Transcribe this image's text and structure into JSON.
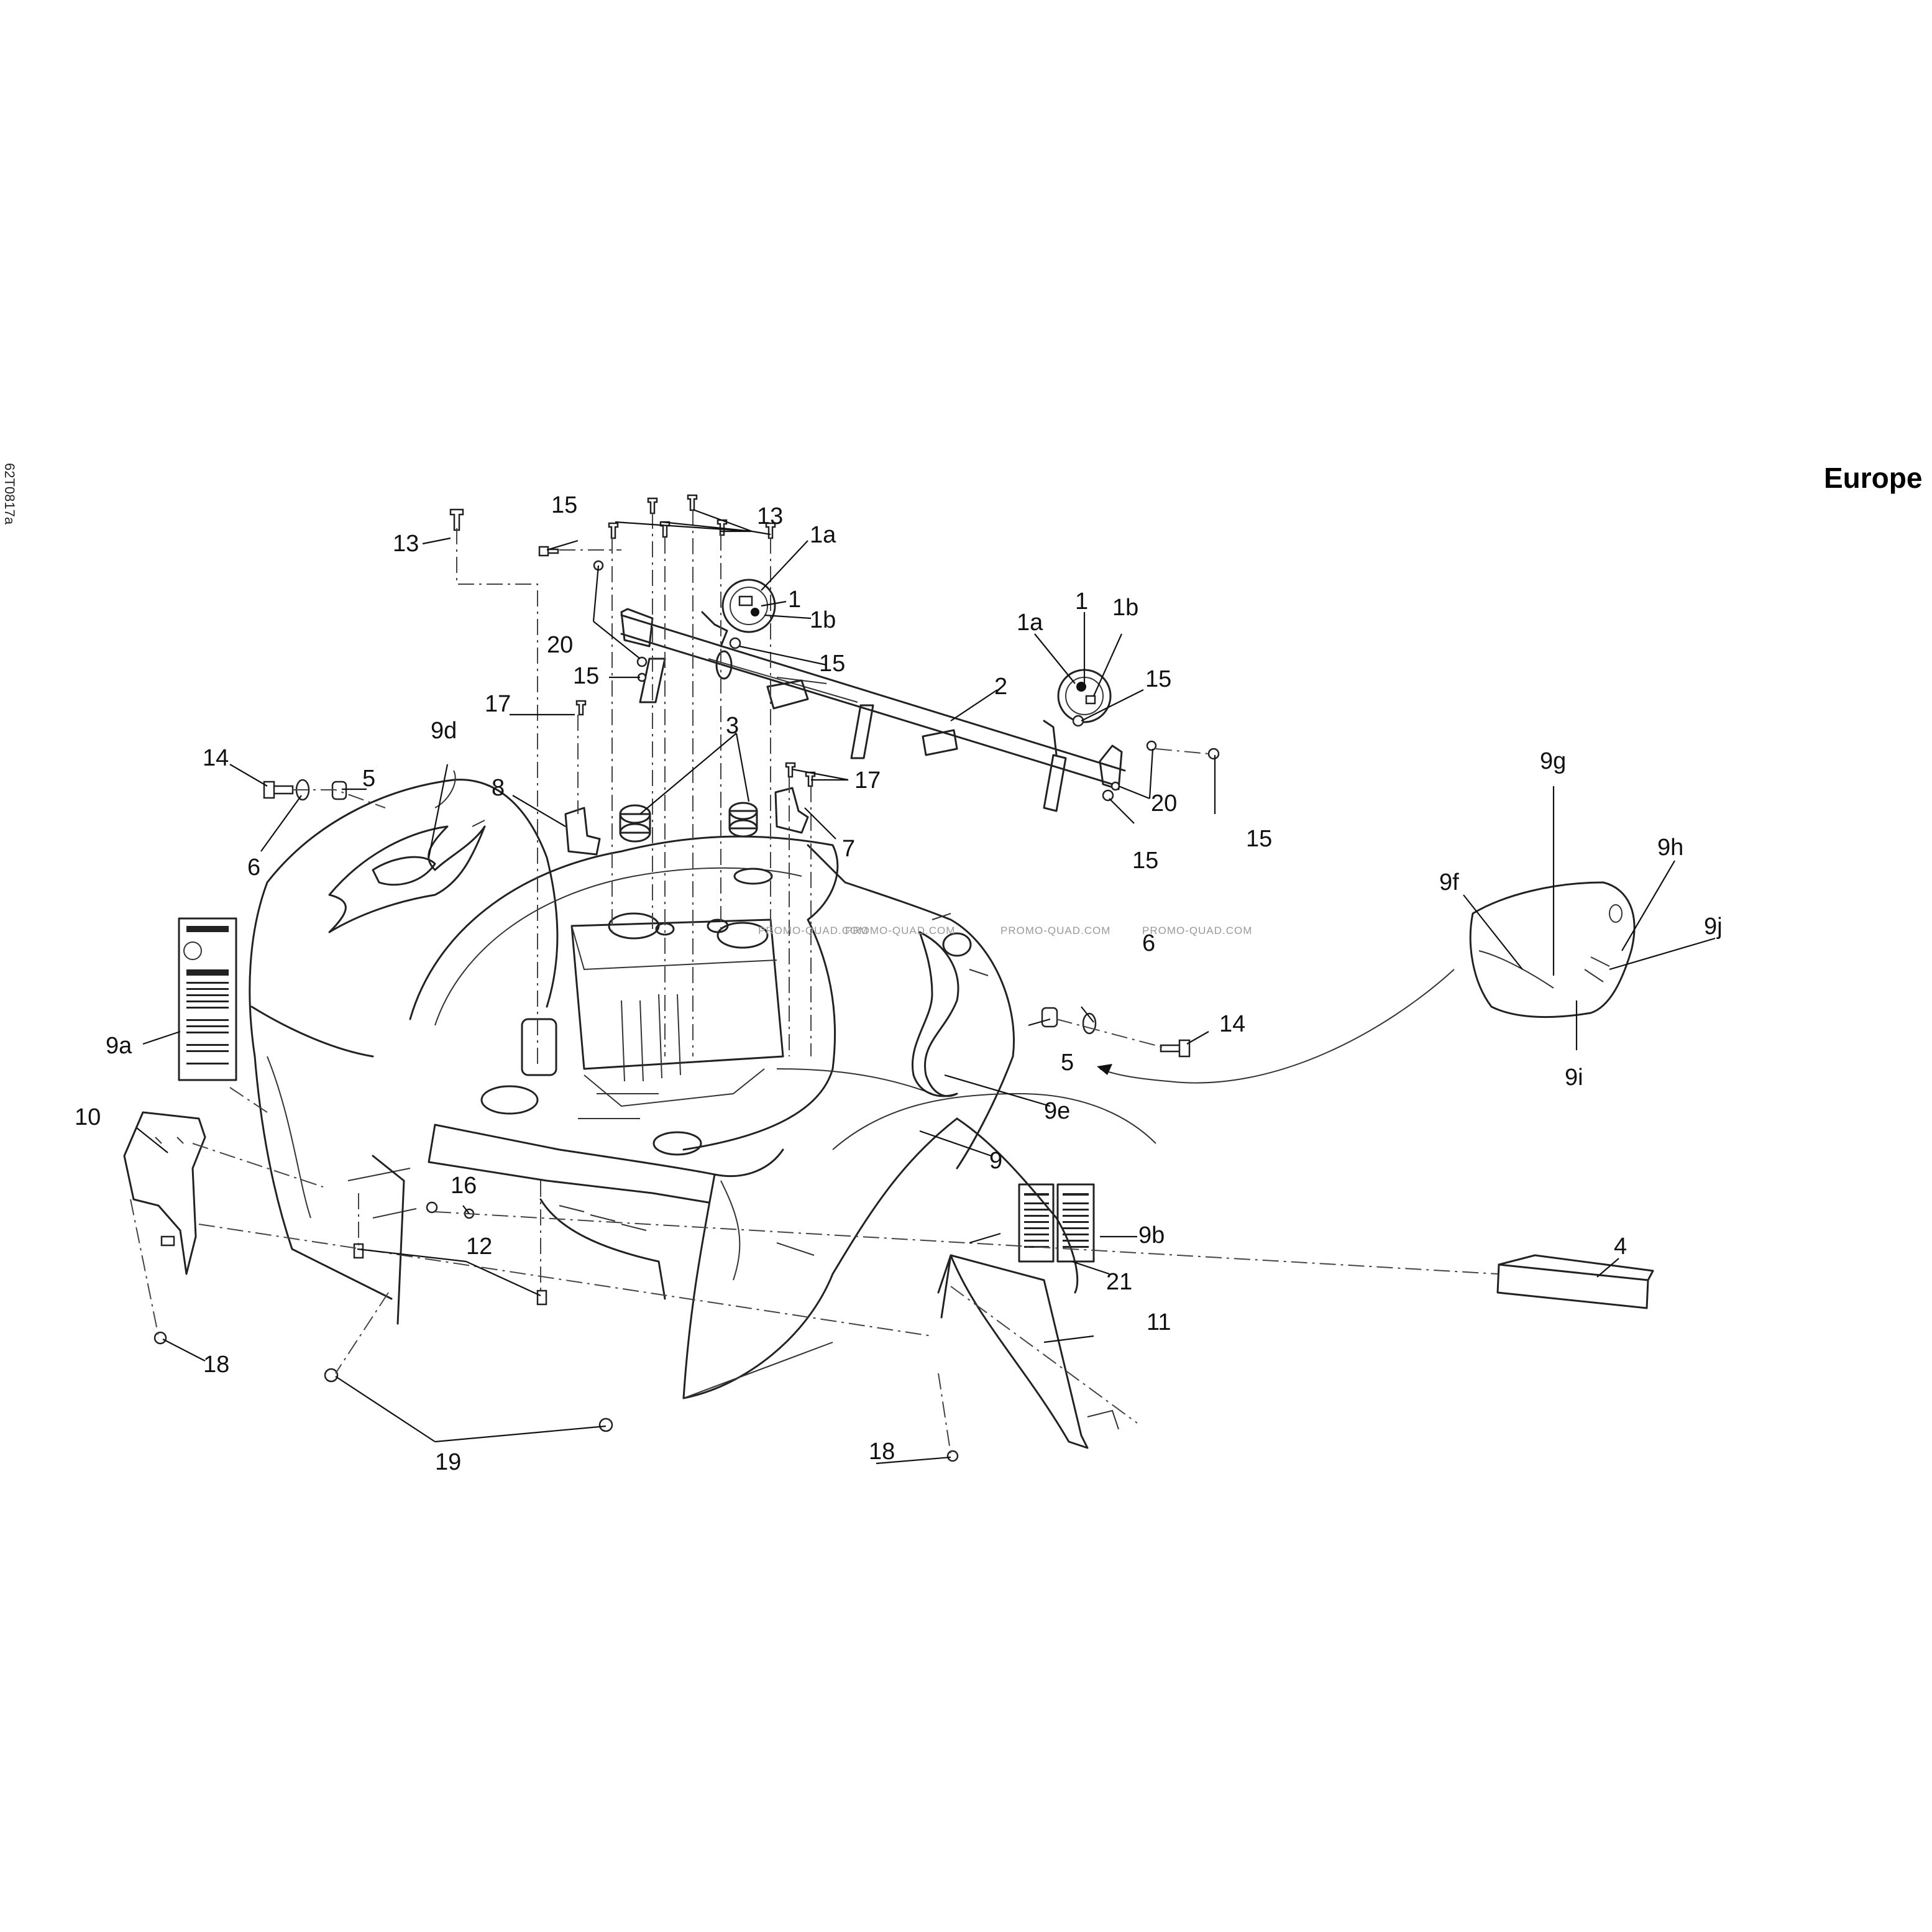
{
  "drawing_id": "62T0817a",
  "region": "Europe",
  "watermark": "PROMO-QUAD.COM",
  "callouts": {
    "c1_left": "1",
    "c1a_left": "1a",
    "c1b_left": "1b",
    "c1_right": "1",
    "c1a_right": "1a",
    "c1b_right": "1b",
    "c2": "2",
    "c3": "3",
    "c4": "4",
    "c5_left": "5",
    "c5_right": "5",
    "c6_left": "6",
    "c6_right": "6",
    "c7": "7",
    "c8": "8",
    "c9": "9",
    "c9a": "9a",
    "c9b": "9b",
    "c9d": "9d",
    "c9e": "9e",
    "c9f": "9f",
    "c9g": "9g",
    "c9h": "9h",
    "c9i": "9i",
    "c9j": "9j",
    "c10": "10",
    "c11": "11",
    "c12": "12",
    "c13_left": "13",
    "c13_top": "13",
    "c14_left": "14",
    "c14_right": "14",
    "c15_a": "15",
    "c15_b": "15",
    "c15_c": "15",
    "c15_d": "15",
    "c15_e": "15",
    "c15_f": "15",
    "c16": "16",
    "c17_left": "17",
    "c17_right": "17",
    "c18_left": "18",
    "c18_right": "18",
    "c19": "19",
    "c20_left": "20",
    "c20_right": "20",
    "c21": "21"
  }
}
